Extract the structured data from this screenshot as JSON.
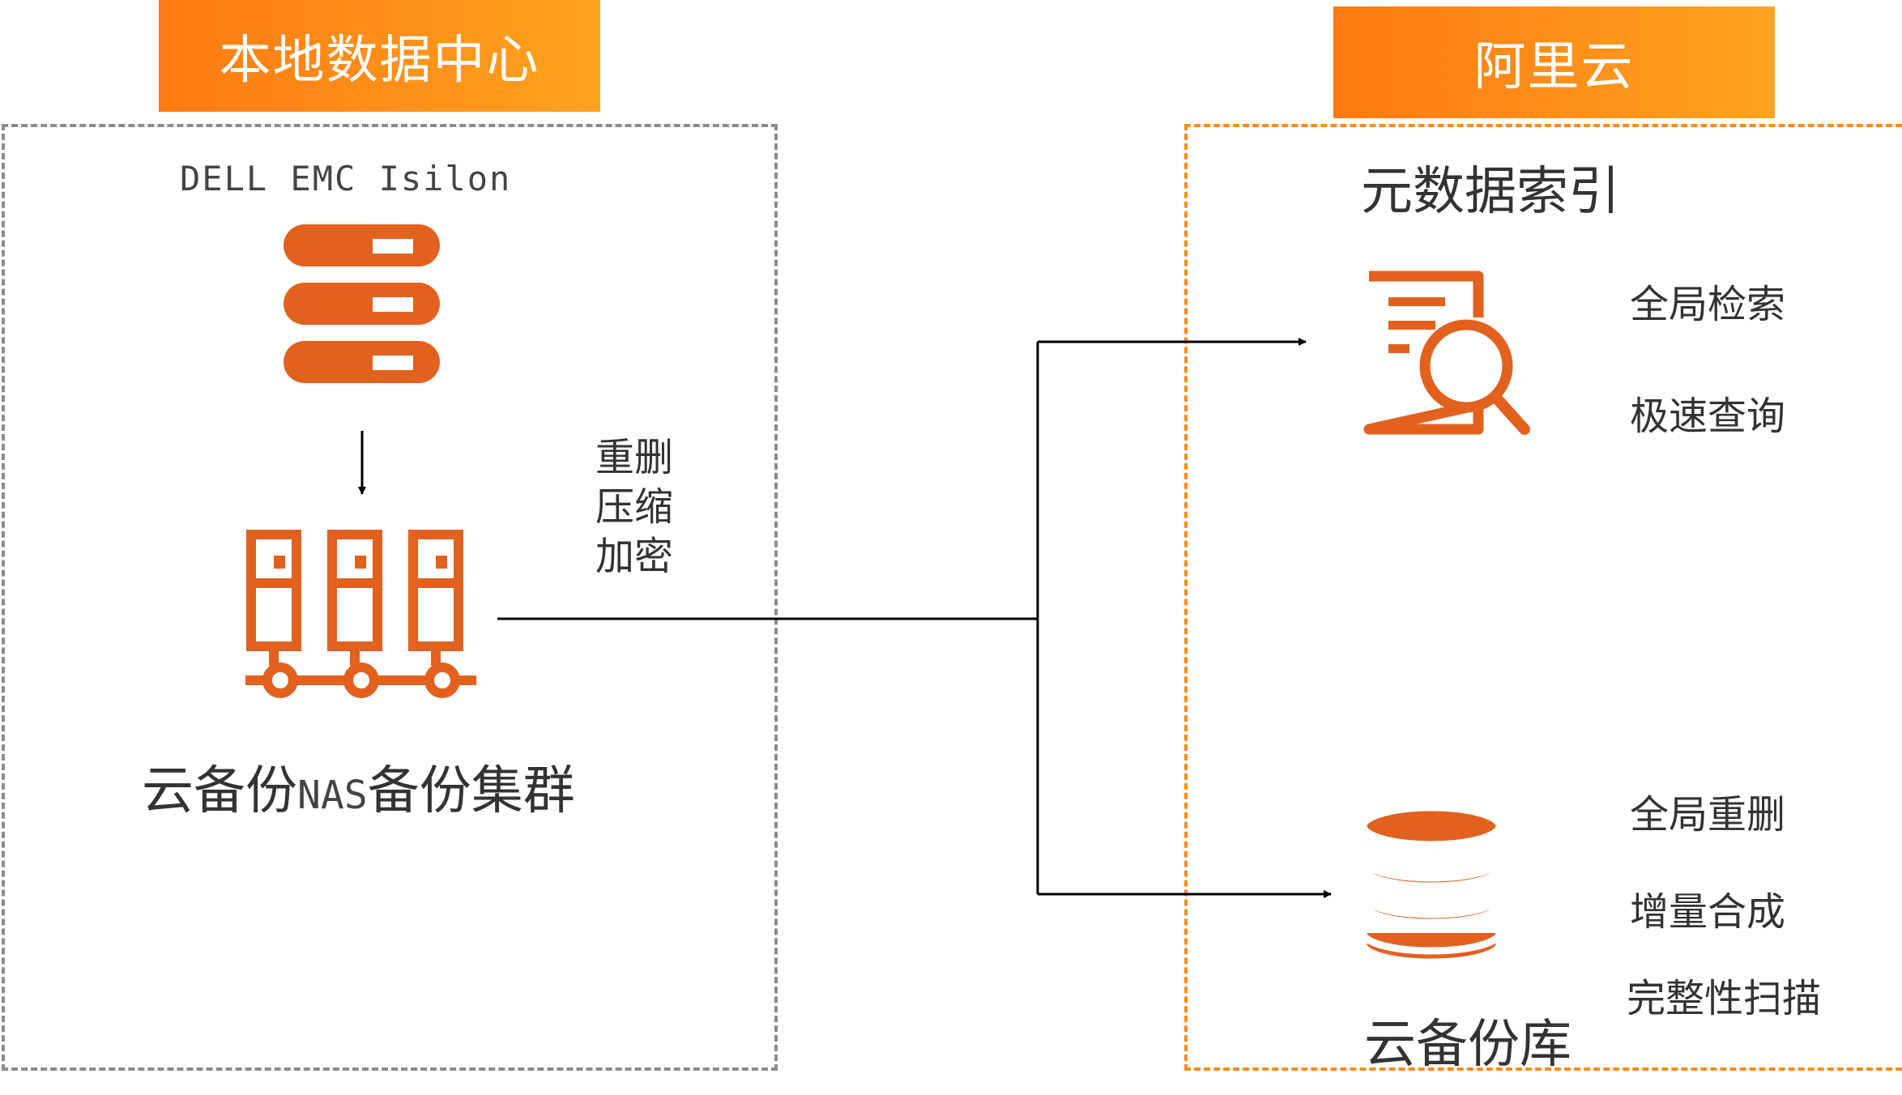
{
  "colors": {
    "accent": "#e2611f",
    "header_gradient_start": "#ff7a12",
    "header_gradient_end": "#ffa31f",
    "left_border": "#8c8c8c",
    "right_border": "#ff8c1a"
  },
  "left": {
    "header": "本地数据中心",
    "source_label": "DELL EMC Isilon",
    "source_icon": "server-stack-icon",
    "cluster_icon": "nas-cluster-icon",
    "cluster_label_prefix": "云备份",
    "cluster_label_mono": "NAS",
    "cluster_label_suffix": "备份集群"
  },
  "process_steps": [
    "重删",
    "压缩",
    "加密"
  ],
  "right": {
    "header": "阿里云",
    "metadata_title": "元数据索引",
    "metadata_icon": "document-search-icon",
    "metadata_features": [
      "全局检索",
      "极速查询"
    ],
    "repository_icon": "database-icon",
    "repository_features": [
      "全局重删",
      "增量合成",
      "完整性扫描"
    ],
    "repository_label": "云备份库"
  }
}
